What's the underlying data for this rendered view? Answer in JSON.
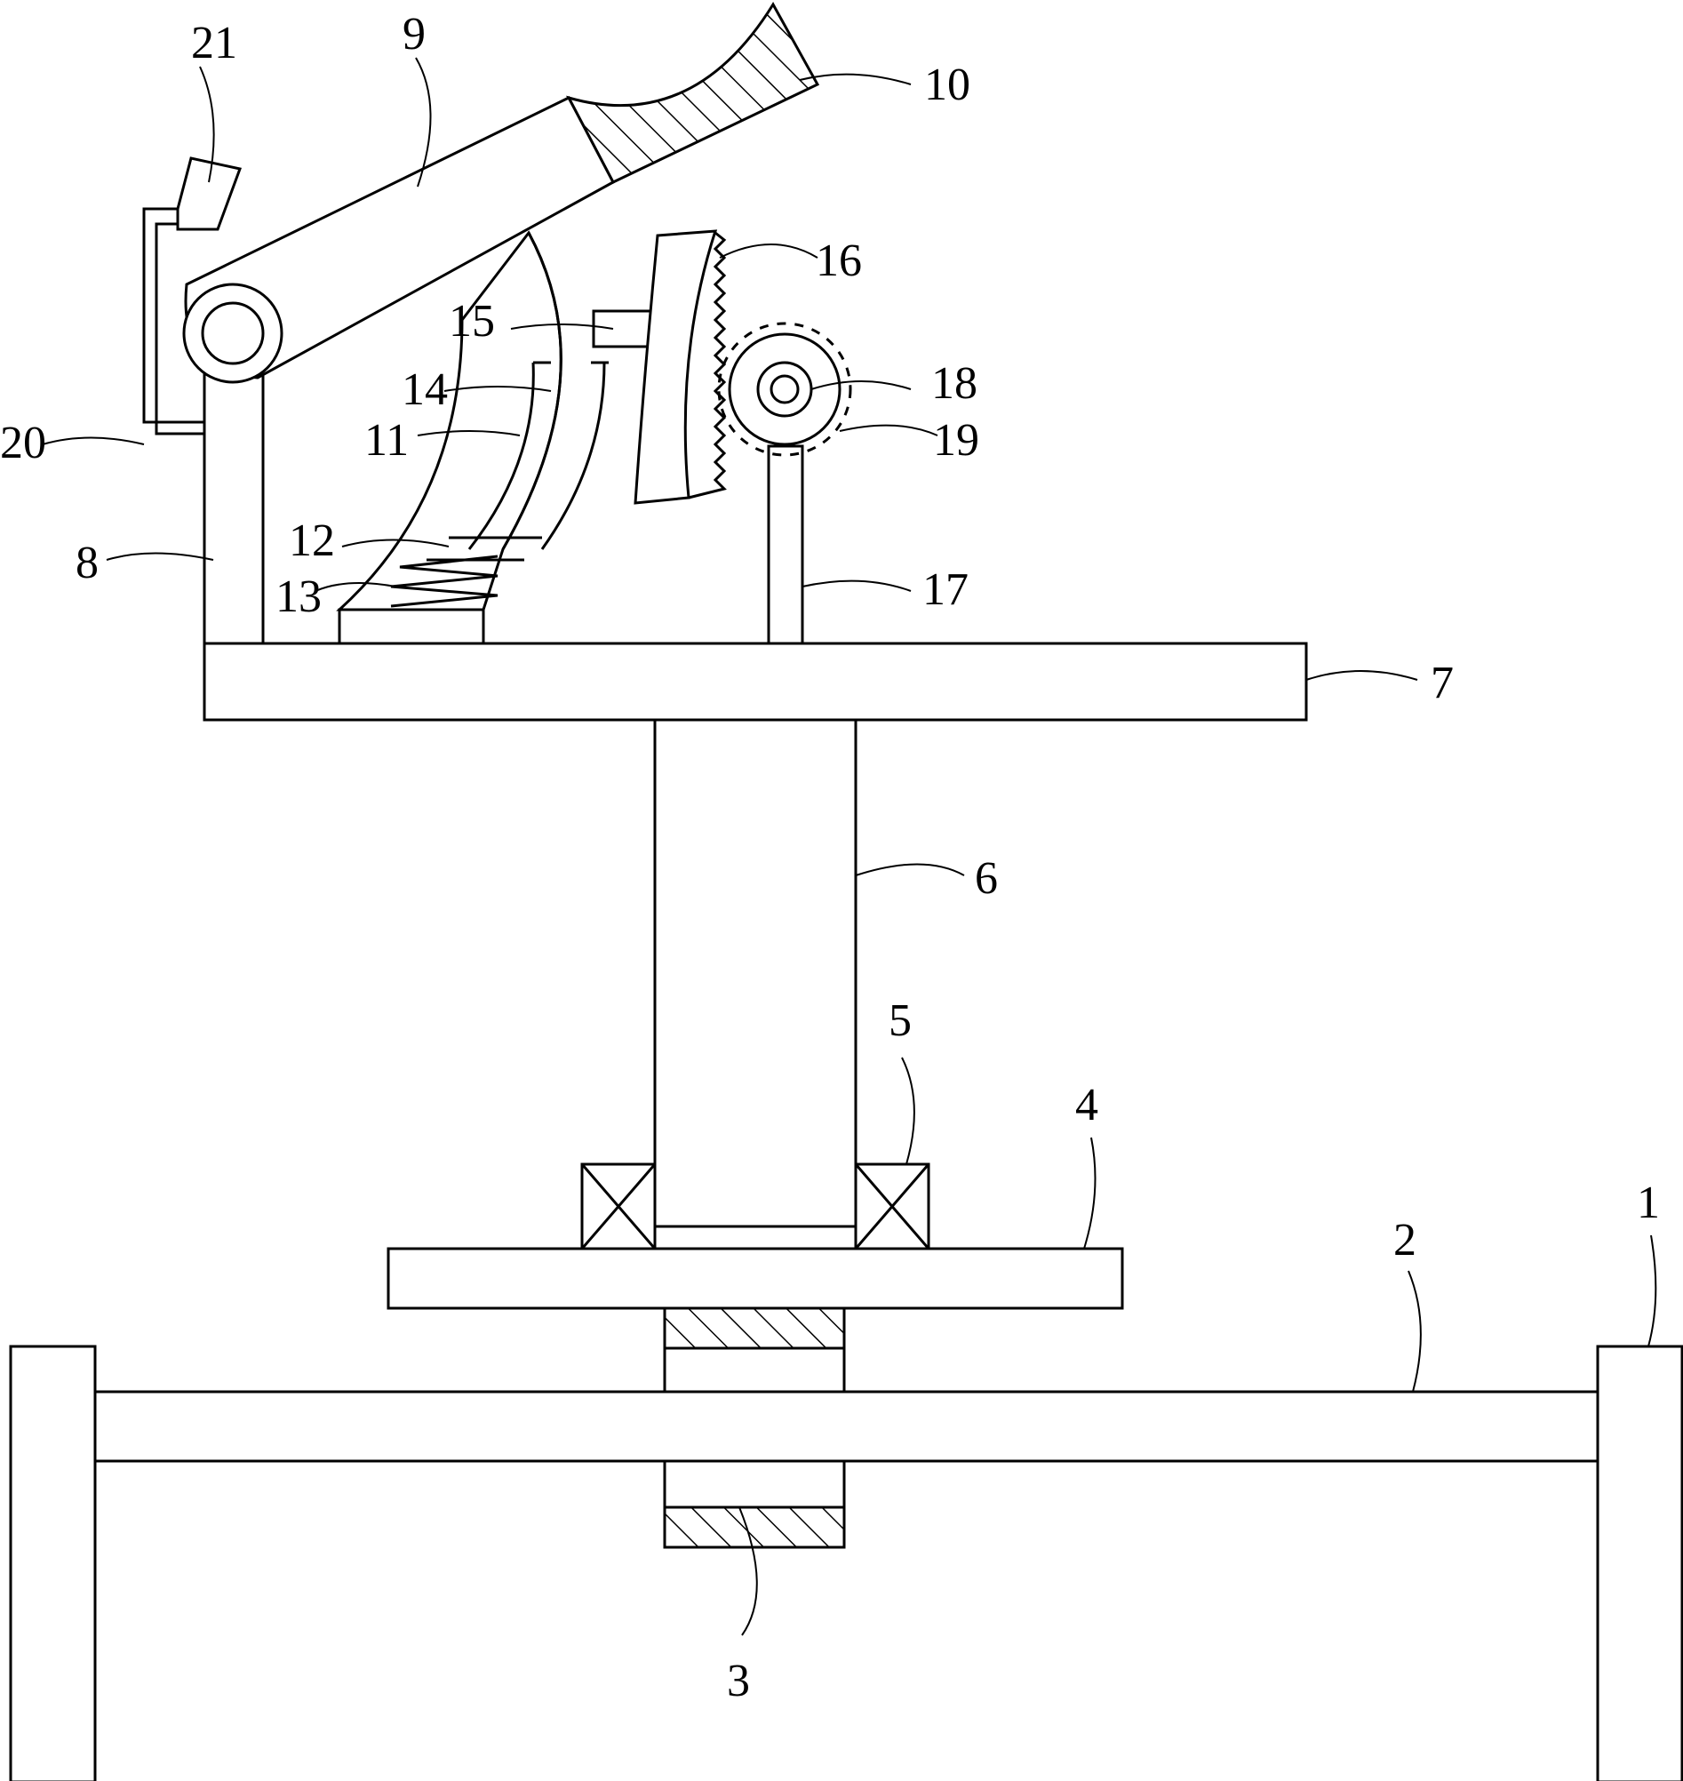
{
  "labels": [
    {
      "id": "1",
      "text": "1"
    },
    {
      "id": "2",
      "text": "2"
    },
    {
      "id": "3",
      "text": "3"
    },
    {
      "id": "4",
      "text": "4"
    },
    {
      "id": "5",
      "text": "5"
    },
    {
      "id": "6",
      "text": "6"
    },
    {
      "id": "7",
      "text": "7"
    },
    {
      "id": "8",
      "text": "8"
    },
    {
      "id": "9",
      "text": "9"
    },
    {
      "id": "10",
      "text": "10"
    },
    {
      "id": "11",
      "text": "11"
    },
    {
      "id": "12",
      "text": "12"
    },
    {
      "id": "13",
      "text": "13"
    },
    {
      "id": "14",
      "text": "14"
    },
    {
      "id": "15",
      "text": "15"
    },
    {
      "id": "16",
      "text": "16"
    },
    {
      "id": "17",
      "text": "17"
    },
    {
      "id": "18",
      "text": "18"
    },
    {
      "id": "19",
      "text": "19"
    },
    {
      "id": "20",
      "text": "20"
    },
    {
      "id": "21",
      "text": "21"
    }
  ],
  "colors": {
    "stroke": "#000000",
    "background": "#ffffff"
  }
}
